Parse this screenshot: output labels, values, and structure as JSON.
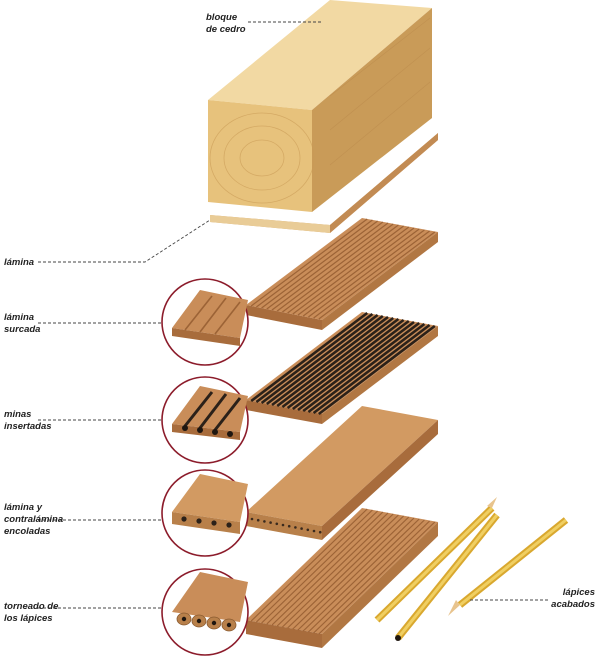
{
  "labels": {
    "block": "bloque\nde cedro",
    "slat": "lámina",
    "grooved": "lámina\nsurcada",
    "leads": "minas\ninsertadas",
    "glued": "lámina y\ncontralámina\nencoladas",
    "turned": "torneado de\nlos lápices",
    "finished": "lápices\nacabados"
  },
  "colors": {
    "block_front": "#e7c27c",
    "block_side": "#c99b58",
    "block_top": "#f2d9a3",
    "slat_top": "#c98d59",
    "slat_edge": "#a86c3c",
    "lead": "#2b2119",
    "callout_circle": "#8c1c2b",
    "leader_line": "#444444",
    "pencil_body": "#e2bb45",
    "pencil_wood": "#e8c48e"
  },
  "icons": [
    "cedar-block",
    "thin-slat",
    "grooved-slat",
    "slat-with-leads",
    "glued-sandwich",
    "turned-pencils",
    "finished-pencil"
  ]
}
